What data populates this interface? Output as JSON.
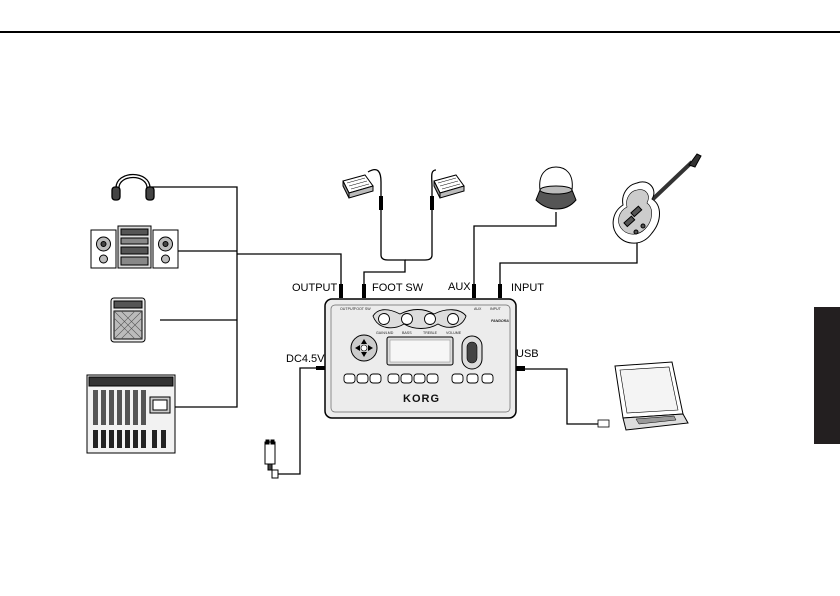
{
  "labels": {
    "output": "OUTPUT",
    "foot_sw": "FOOT SW",
    "aux": "AUX",
    "input": "INPUT",
    "dc": "DC4.5V",
    "usb": "USB"
  },
  "device": {
    "logo": "KORG",
    "panel_output": "OUTPUT",
    "panel_footsw": "FOOT SW",
    "panel_aux": "AUX",
    "panel_input": "INPUT",
    "knob_gain": "GAIN/LMD",
    "knob_bass": "BASS",
    "knob_treble": "TREBLE",
    "knob_volume": "VOLUME",
    "model_badge": "PANDORA"
  },
  "colors": {
    "line": "#000000",
    "device_body": "#ececec",
    "side_tab": "#231f20"
  },
  "icons": [
    "headphones-icon",
    "stereo-icon",
    "amplifier-icon",
    "mixer-icon",
    "footswitch-icon",
    "audio-player-icon",
    "guitar-icon",
    "laptop-icon",
    "ac-adapter-icon"
  ]
}
